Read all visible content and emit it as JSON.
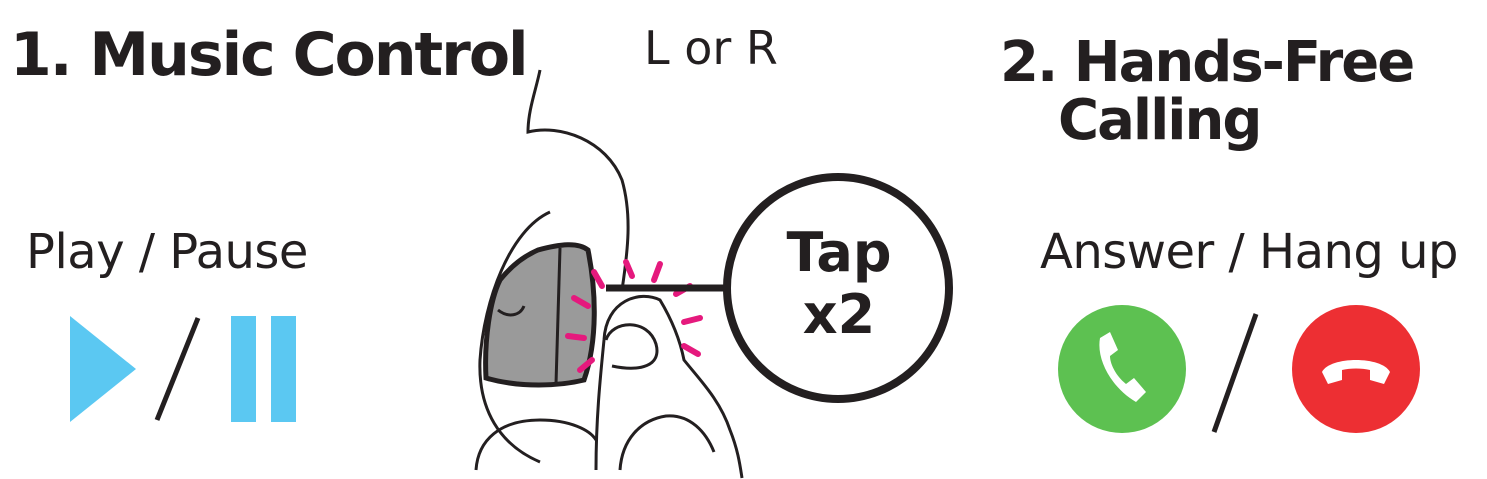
{
  "sections": {
    "music": {
      "title": "1. Music Control",
      "action": "Play / Pause"
    },
    "calling": {
      "title_line1": "2. Hands-Free",
      "title_line2": "Calling",
      "action": "Answer / Hang up"
    }
  },
  "illustration": {
    "side": "L or R",
    "tap_line1": "Tap",
    "tap_line2": "x2"
  },
  "icons": {
    "play": "play-icon",
    "pause": "pause-icon",
    "answer": "answer-call-icon",
    "hangup": "hang-up-icon"
  },
  "colors": {
    "media_blue": "#5bc8f2",
    "answer_green": "#5dc151",
    "hangup_red": "#ed2f33",
    "tap_magenta": "#e5197d",
    "earbud_gray": "#9a9a9a"
  }
}
